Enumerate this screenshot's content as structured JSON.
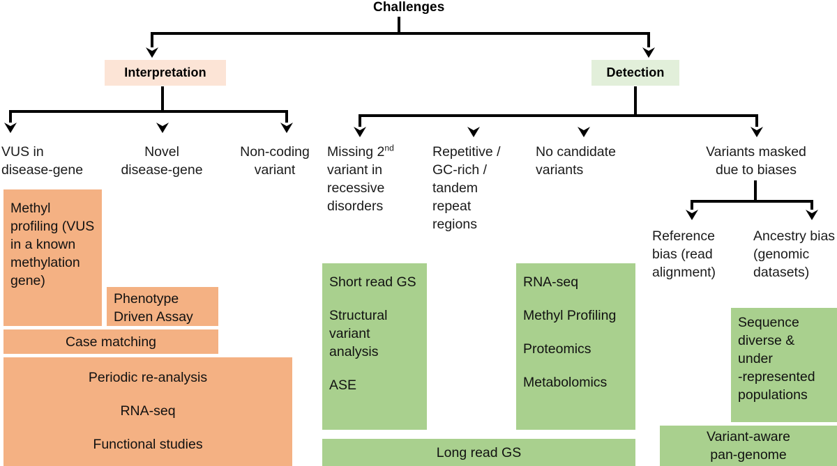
{
  "diagram": {
    "title": "Challenges",
    "colors": {
      "interpretation_header_bg": "#fce4d6",
      "detection_header_bg": "#e2efda",
      "interpretation_solution_bg": "#f4b183",
      "detection_solution_bg": "#a9d08e",
      "connector": "#000000",
      "text": "#000000"
    },
    "categories": {
      "interpretation": "Interpretation",
      "detection": "Detection"
    },
    "interpretation_children": [
      {
        "line1": "VUS in",
        "line2": "disease-gene"
      },
      {
        "line1": "Novel",
        "line2": "disease-gene"
      },
      {
        "line1": "Non-coding",
        "line2": "variant"
      }
    ],
    "detection_children": [
      {
        "lines": [
          "Missing 2",
          "variant in",
          "recessive",
          "disorders"
        ],
        "sup": "nd"
      },
      {
        "lines": [
          "Repetitive /",
          "GC-rich /",
          "tandem",
          "repeat",
          "regions"
        ]
      },
      {
        "lines": [
          "No candidate",
          "variants"
        ]
      },
      {
        "lines": [
          "Variants masked",
          "due to biases"
        ]
      }
    ],
    "bias_children": [
      {
        "lines": [
          "Reference",
          "bias (read",
          "alignment)"
        ]
      },
      {
        "lines": [
          "Ancestry bias",
          "(genomic",
          "datasets)"
        ]
      }
    ],
    "solutions": {
      "methyl_profiling": [
        "Methyl",
        "profiling (VUS",
        "in a known",
        "methylation",
        "gene)"
      ],
      "phenotype_driven_assay": [
        "Phenotype",
        "Driven Assay"
      ],
      "case_matching": "Case matching",
      "periodic_block": [
        "Periodic re-analysis",
        "RNA-seq",
        "Functional studies"
      ],
      "short_read_block": [
        "Short read GS",
        "Structural variant analysis",
        "ASE"
      ],
      "short_read_rows": [
        [
          "Short read GS"
        ],
        [
          "Structural",
          "variant",
          "analysis"
        ],
        [
          "ASE"
        ]
      ],
      "omics_rows": [
        [
          "RNA-seq"
        ],
        [
          "Methyl Profiling"
        ],
        [
          "Proteomics"
        ],
        [
          "Metabolomics"
        ]
      ],
      "long_read_gs": "Long read GS",
      "sequence_diverse": [
        "Sequence",
        "diverse &",
        "under",
        "-represented",
        "populations"
      ],
      "variant_aware_pangenome": [
        "Variant-aware",
        "pan-genome"
      ]
    }
  }
}
